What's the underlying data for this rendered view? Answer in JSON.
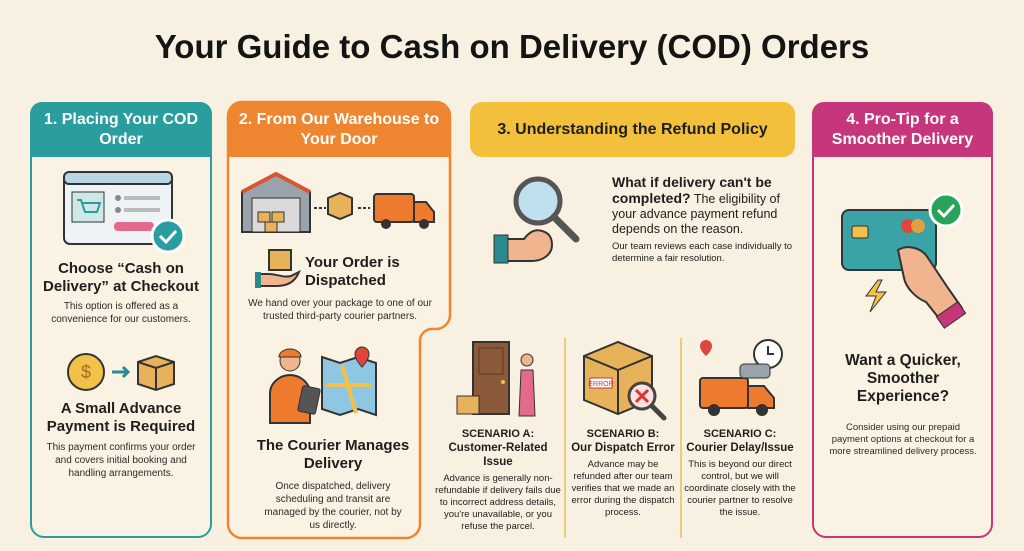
{
  "title": "Your Guide to Cash on Delivery (COD) Orders",
  "colors": {
    "background": "#f8f1e1",
    "teal": "#2a9d9f",
    "orange": "#ee8530",
    "yellow": "#f3c03b",
    "magenta": "#c6367a"
  },
  "section1": {
    "header": "1. Placing Your COD Order",
    "step1_title": "Choose “Cash on Delivery” at Checkout",
    "step1_text": "This option is offered as a convenience for our customers.",
    "step2_title": "A Small Advance Payment is Required",
    "step2_text": "This payment confirms your order and covers initial booking and handling arrangements."
  },
  "section2": {
    "header": "2. From Our Warehouse to Your Door",
    "step1_title": "Your Order is Dispatched",
    "step1_text": "We hand over your package to one of our trusted third-party courier partners.",
    "step2_title": "The Courier Manages Delivery",
    "step2_text": "Once dispatched, delivery scheduling and transit are managed by the courier, not by us directly."
  },
  "section3": {
    "header": "3. Understanding the Refund Policy",
    "question": "What if delivery can't be completed?",
    "question_text": "The eligibility of your advance payment refund depends on the reason.",
    "note": "Our team reviews each case individually to determine a fair resolution.",
    "error_label": "ERROR",
    "scenarios": [
      {
        "label": "SCENARIO A:",
        "title": "Customer-Related Issue",
        "text": "Advance is generally non-refundable if delivery fails due to incorrect address details, you're unavailable, or you refuse the parcel."
      },
      {
        "label": "SCENARIO B:",
        "title": "Our Dispatch Error",
        "text": "Advance may be refunded after our team verifies that we made an error during the dispatch process."
      },
      {
        "label": "SCENARIO C:",
        "title": "Courier Delay/Issue",
        "text": "This is beyond our direct control, but we will coordinate closely with the courier partner to resolve the issue."
      }
    ]
  },
  "section4": {
    "header": "4. Pro-Tip for a Smoother Delivery",
    "title": "Want a Quicker, Smoother Experience?",
    "text": "Consider using our prepaid payment options at checkout for a more streamlined delivery process."
  }
}
